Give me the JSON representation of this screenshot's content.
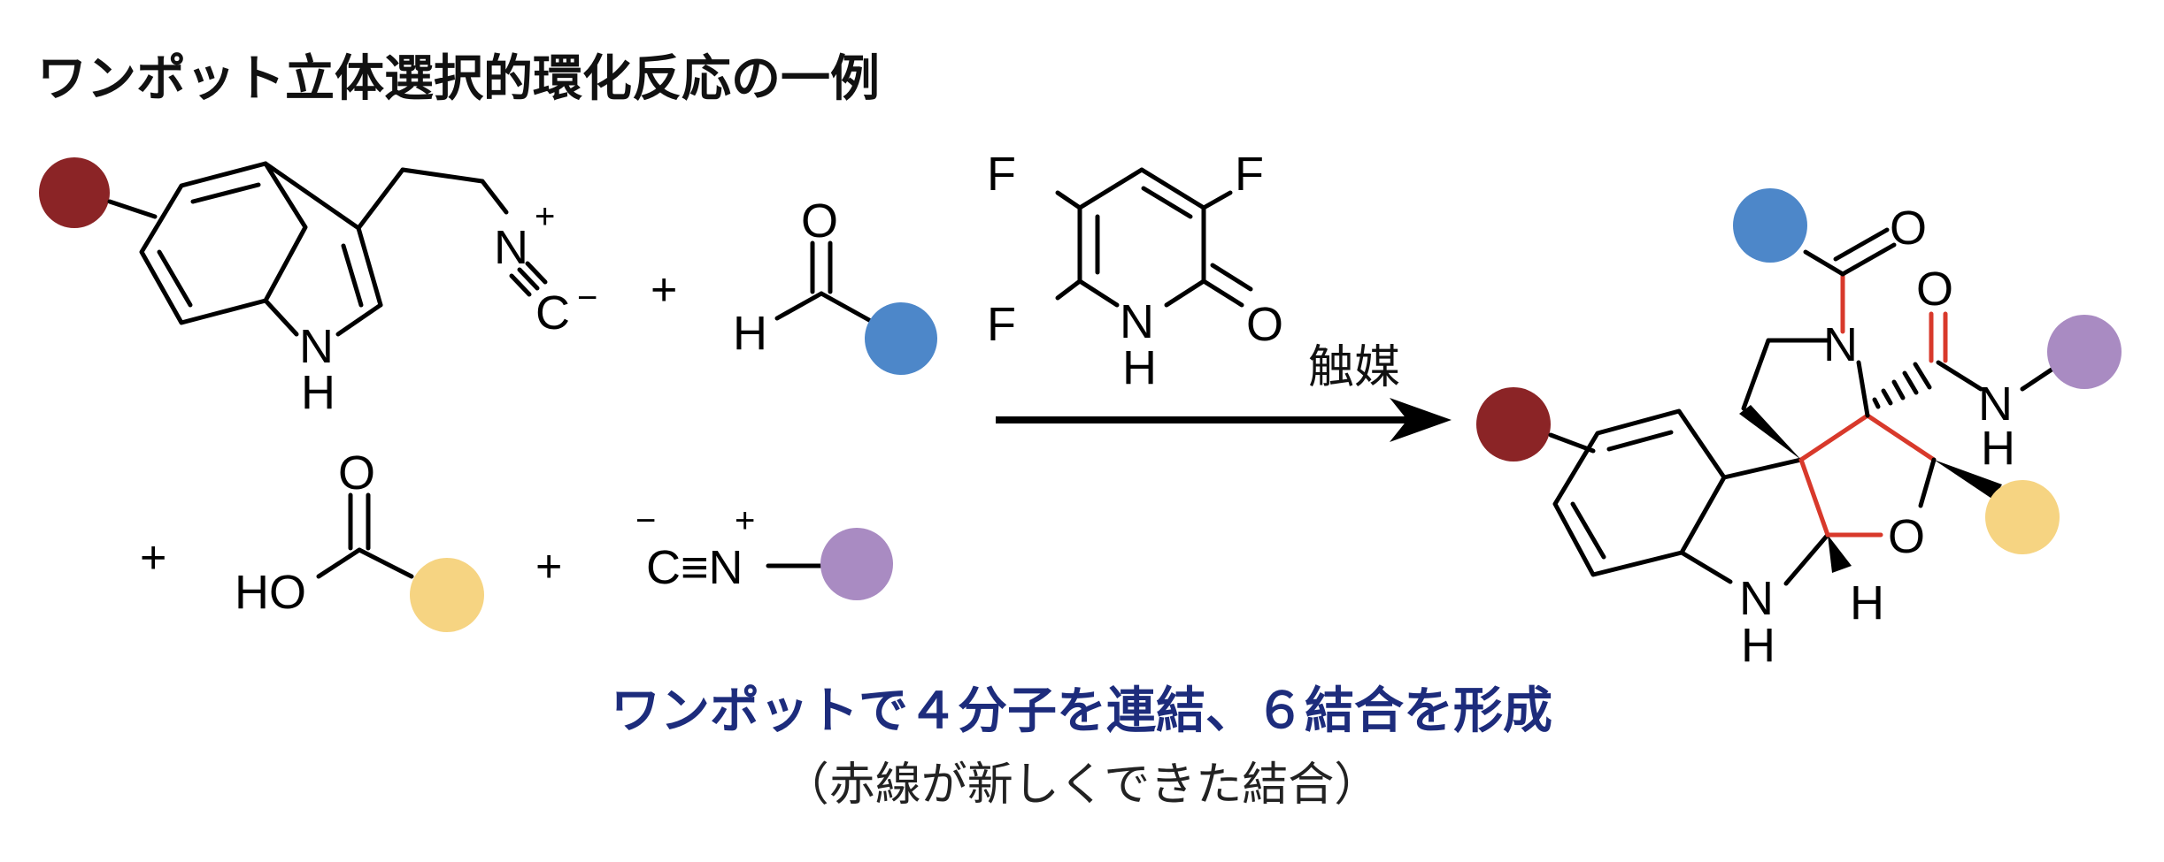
{
  "title": "ワンポット立体選択的環化反応の一例",
  "arrow_label": "触媒",
  "caption_main": "ワンポットで４分子を連結、６結合を形成",
  "caption_sub": "（赤線が新しくできた結合）",
  "atoms": {
    "N": "N",
    "H": "H",
    "NH_N": "N",
    "NH_H": "H",
    "C": "C",
    "O": "O",
    "F": "F",
    "HO": "HO",
    "CN": "C≡N"
  },
  "charges": {
    "plus": "+",
    "minus": "−"
  },
  "plus_sign": "+",
  "colors": {
    "substituent_red": "#8b2426",
    "substituent_blue": "#4d87c9",
    "substituent_yellow": "#f6d482",
    "substituent_purple": "#a98bc2",
    "new_bond_red": "#d8392b",
    "caption_blue": "#1d2c7c"
  }
}
